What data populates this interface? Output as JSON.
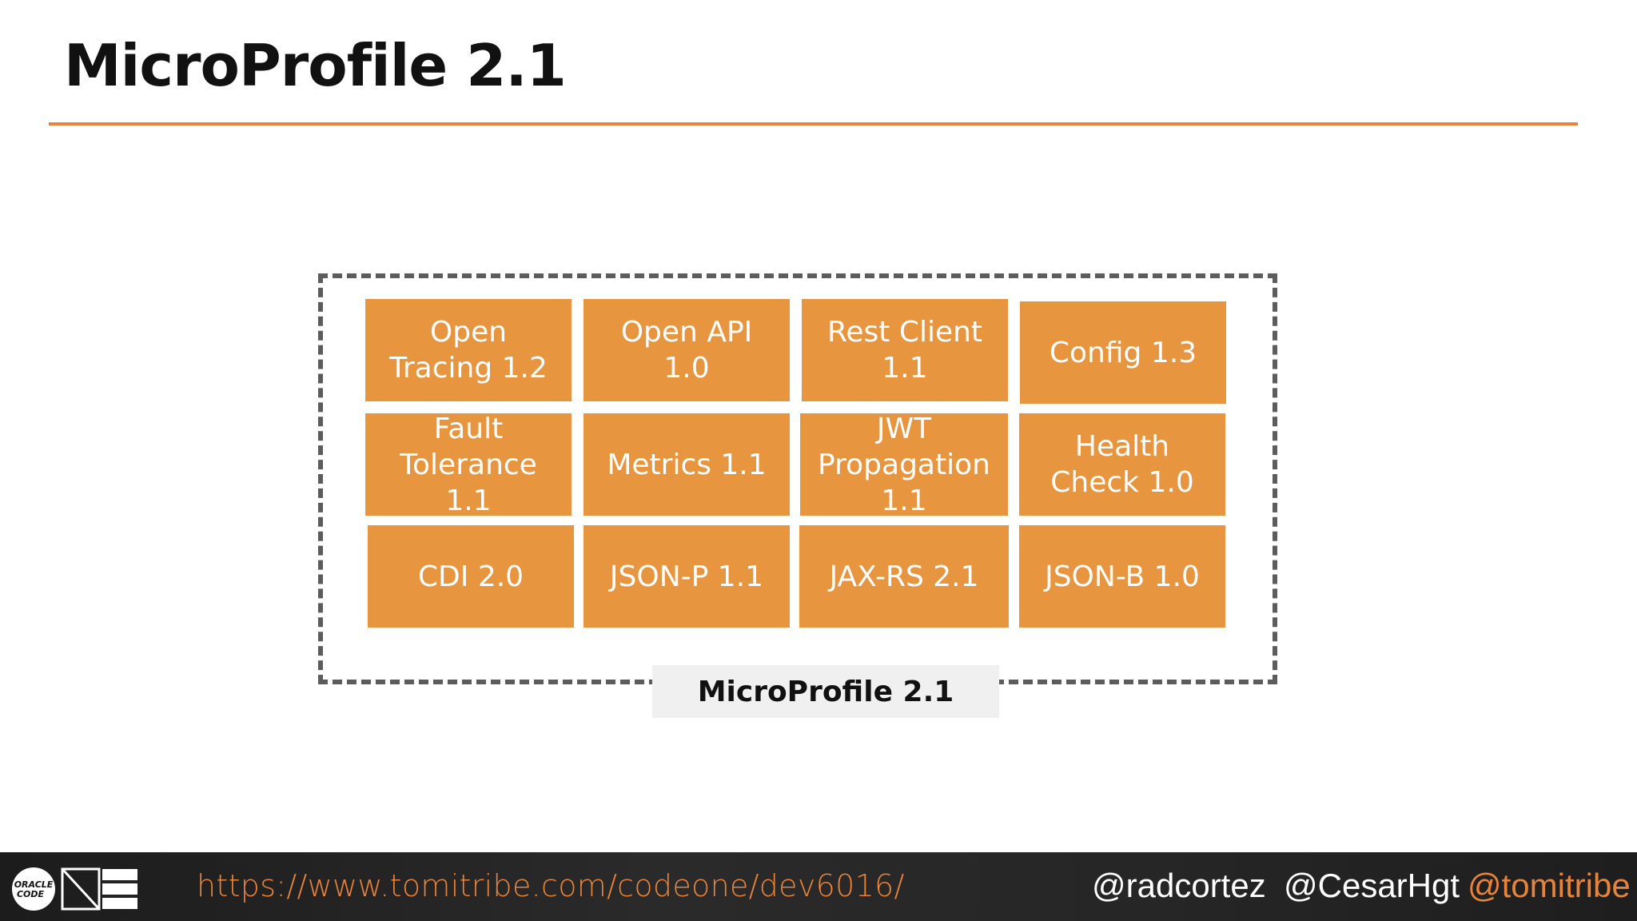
{
  "slide": {
    "title": "MicroProfile 2.1"
  },
  "diagram": {
    "frame_label": "MicroProfile 2.1",
    "specs": [
      "Open\nTracing 1.2",
      "Open API\n1.0",
      "Rest Client\n1.1",
      "Config 1.3",
      "Fault\nTolerance 1.1",
      "Metrics 1.1",
      "JWT\nPropagation\n1.1",
      "Health\nCheck 1.0",
      "CDI 2.0",
      "JSON-P 1.1",
      "JAX-RS 2.1",
      "JSON-B 1.0"
    ]
  },
  "footer": {
    "logo_text": "ORACLE CODE ONE",
    "url": "https://www.tomitribe.com/codeone/dev6016/",
    "handles": [
      "@radcortez",
      "@CesarHgt",
      "@tomitribe"
    ]
  },
  "colors": {
    "accent": "#e8833a",
    "box": "#e8953f",
    "frame": "#5c5c5c",
    "footer_bg": "#222222"
  }
}
